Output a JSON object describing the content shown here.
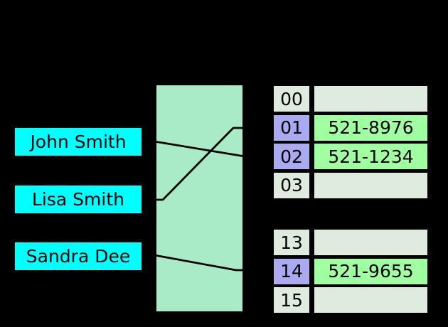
{
  "keys": [
    {
      "label": "John Smith"
    },
    {
      "label": "Lisa Smith"
    },
    {
      "label": "Sandra Dee"
    }
  ],
  "buckets": {
    "group1": [
      {
        "index": "00",
        "value": ""
      },
      {
        "index": "01",
        "value": "521-8976"
      },
      {
        "index": "02",
        "value": "521-1234"
      },
      {
        "index": "03",
        "value": ""
      }
    ],
    "group2": [
      {
        "index": "13",
        "value": ""
      },
      {
        "index": "14",
        "value": "521-9655"
      },
      {
        "index": "15",
        "value": ""
      }
    ]
  },
  "connections": [
    {
      "from": "John Smith",
      "to": "02"
    },
    {
      "from": "Lisa Smith",
      "to": "01"
    },
    {
      "from": "Sandra Dee",
      "to": "14"
    }
  ],
  "colors": {
    "background": "#000000",
    "key-box": "#00FFFF",
    "hash-box": "#A9EBC7",
    "index-normal": "#DFEBDF",
    "index-highlight": "#AAAAF0",
    "value-empty": "#DFEBDF",
    "value-filled": "#A0FFA0",
    "connector": "#000000"
  }
}
